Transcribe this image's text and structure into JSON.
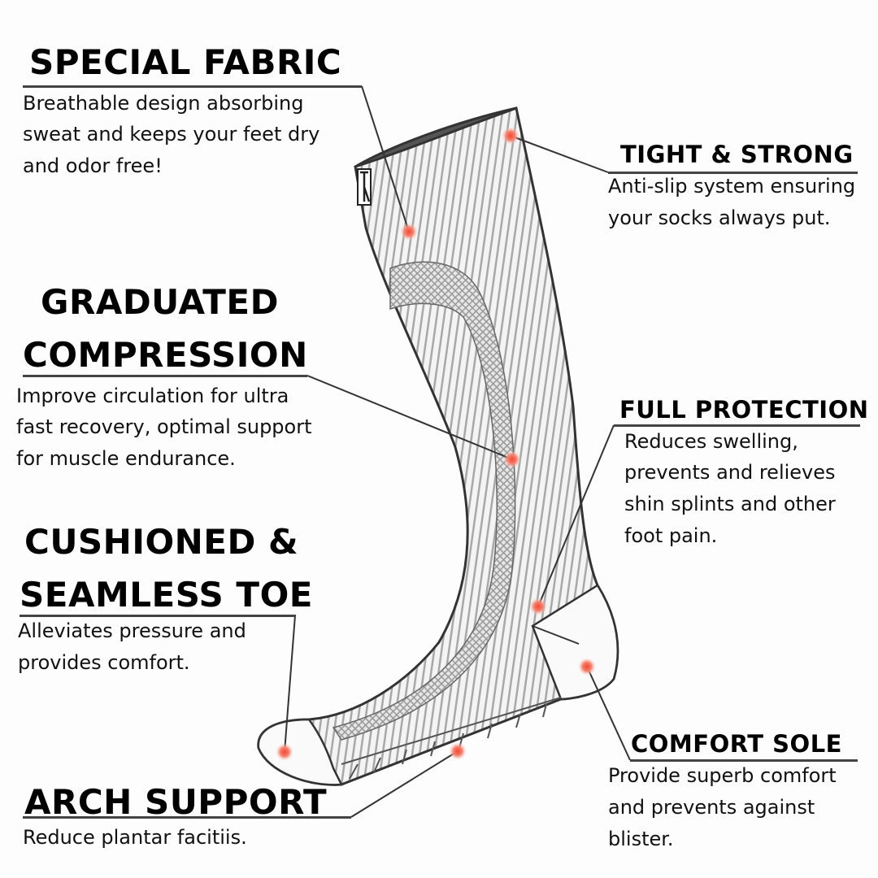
{
  "callouts": {
    "special_fabric": {
      "title": "SPECIAL FABRIC",
      "lines": [
        "Breathable design absorbing",
        "sweat and keeps your feet dry",
        "and odor free!"
      ]
    },
    "tight_strong": {
      "title": "TIGHT & STRONG",
      "lines": [
        "Anti-slip system ensuring",
        "your socks always put."
      ]
    },
    "graduated_compression": {
      "title_lines": [
        "GRADUATED",
        "COMPRESSION"
      ],
      "lines": [
        "Improve circulation for ultra",
        "fast recovery, optimal support",
        "for muscle endurance."
      ]
    },
    "full_protection": {
      "title": "FULL PROTECTION",
      "lines": [
        "Reduces swelling,",
        "prevents and relieves",
        "shin splints and other",
        "foot pain."
      ]
    },
    "cushioned_toe": {
      "title_lines": [
        "CUSHIONED &",
        "SEAMLESS TOE"
      ],
      "lines": [
        "Alleviates pressure and",
        "provides comfort."
      ]
    },
    "comfort_sole": {
      "title": "COMFORT SOLE",
      "lines": [
        "Provide superb comfort",
        "and prevents against",
        "blister."
      ]
    },
    "arch_support": {
      "title": "ARCH SUPPORT",
      "lines": [
        "Reduce plantar facitiis."
      ]
    }
  },
  "colors": {
    "marker": "#f0604a",
    "stripe": "#9a9a9a",
    "outline": "#333333"
  }
}
